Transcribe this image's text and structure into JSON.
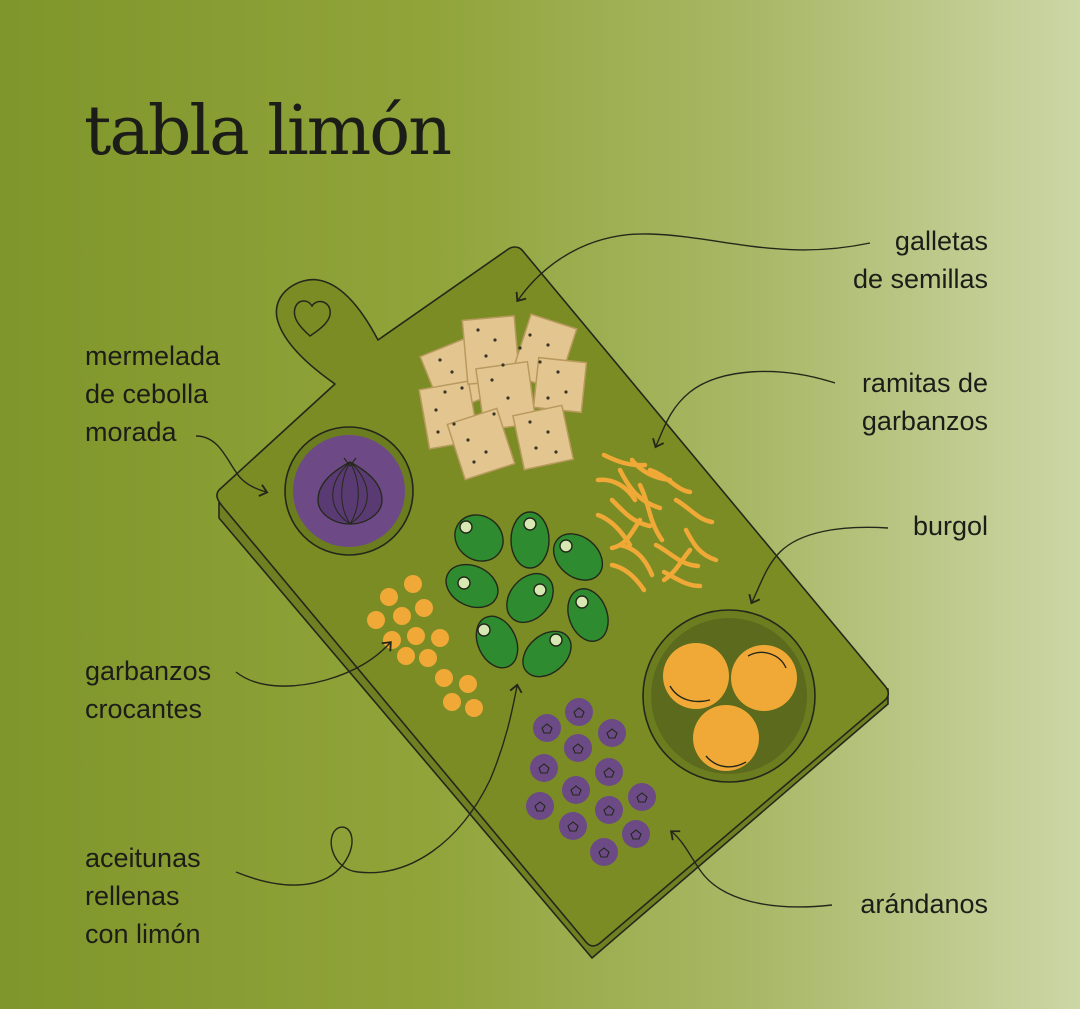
{
  "title": "tabla limón",
  "labels": {
    "galletas": "galletas\nde semillas",
    "ramitas": "ramitas de\ngarbanzos",
    "burgol": "burgol",
    "mermelada": "mermelada\nde cebolla\nmorada",
    "garbanzos": "garbanzos\ncrocantes",
    "aceitunas": "aceitunas\nrellenas\ncon limón",
    "arandanos": "arándanos"
  },
  "colors": {
    "board": "#7b8c25",
    "outline": "#24281a",
    "jam": "#6d4a86",
    "olive": "#2e8b30",
    "chickpea": "#f0a937",
    "blueberry": "#6b4a86",
    "cracker": "#e3c590"
  }
}
